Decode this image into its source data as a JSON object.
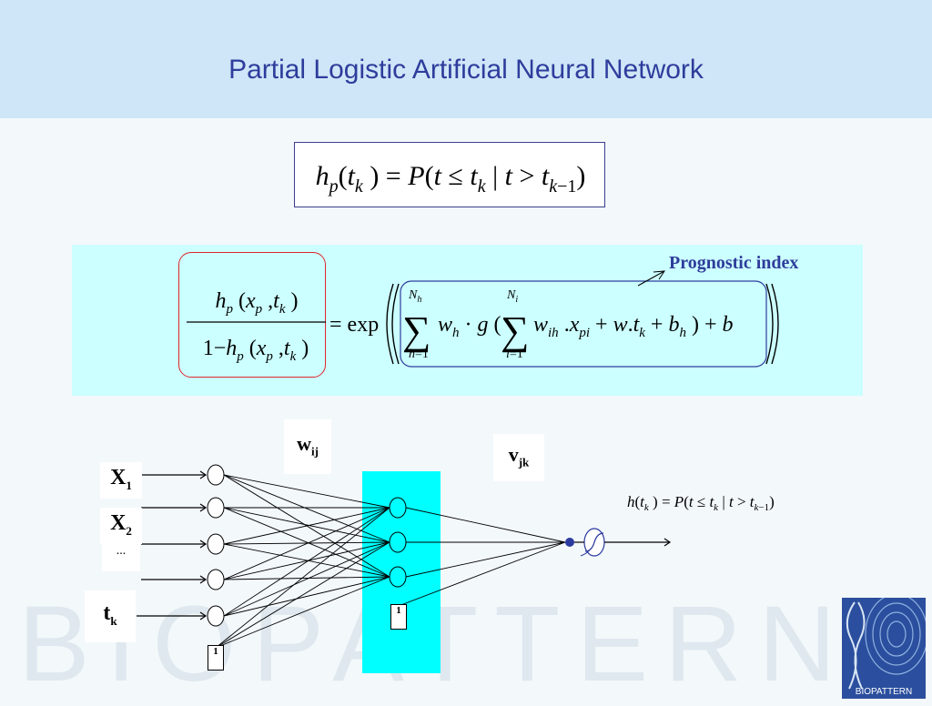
{
  "slide": {
    "title": "Partial Logistic Artificial Neural Network",
    "watermark": "BIOPATTERN",
    "logo_text": "BIOPATTERN"
  },
  "formulas": {
    "hazard_definition": "h_p(t_k) = P(t ≤ t_k | t > t_(k−1))",
    "logit_model": "h_p(x_p, t_k) / (1 − h_p(x_p, t_k)) = exp( Σ_{h=1}^{N_h} w_h · g( Σ_{i=1}^{N_i} w_ih . x_pi + w.t_k + b_h ) + b )",
    "prognostic_index_label": "Prognostic index",
    "output_definition": "h(t_k) = P(t ≤ t_k | t > t_(k−1))"
  },
  "network": {
    "weights_input_hidden": {
      "main": "w",
      "sub": "ij"
    },
    "weights_hidden_output": {
      "main": "v",
      "sub": "jk"
    },
    "input_labels": [
      {
        "main": "X",
        "sub": "1"
      },
      {
        "main": "X",
        "sub": "2"
      },
      {
        "main": "...",
        "sub": ""
      },
      {
        "main": "t",
        "sub": "k"
      }
    ],
    "bias_input": "1",
    "bias_hidden": "1"
  },
  "colors": {
    "title": "#2e3d9c",
    "header_band": "#cfe6f8",
    "panel": "#ccffff",
    "hidden_layer": "#00ffff",
    "highlight_box": "#e0262d",
    "output_node": "#2b3a9e"
  }
}
